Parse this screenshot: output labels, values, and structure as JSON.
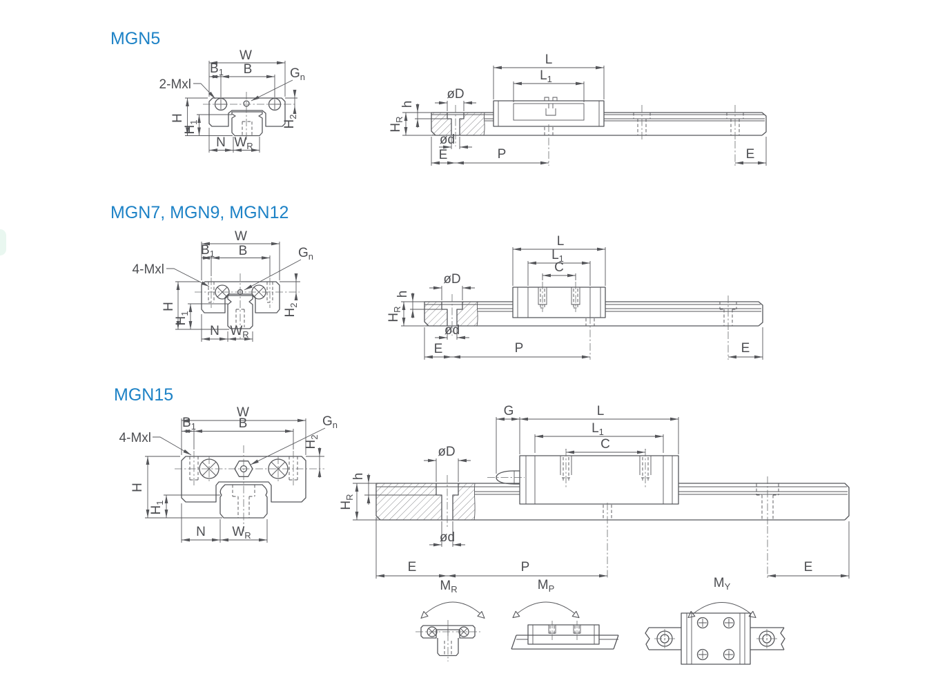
{
  "page": {
    "background": "#ffffff",
    "accent_color": "#1d82c6",
    "line_color": "#55565a",
    "label_color": "#4d4e52"
  },
  "sections": [
    {
      "title": "MGN5",
      "screw_label": "2-Mxl",
      "front": {
        "w": "W",
        "b1_m": "B",
        "b1_s": "1",
        "b": "B",
        "gn_m": "G",
        "gn_s": "n",
        "h": "H",
        "h1_m": "H",
        "h1_s": "1",
        "h2_m": "H",
        "h2_s": "2",
        "n": "N",
        "wr_m": "W",
        "wr_s": "R"
      },
      "side": {
        "l": "L",
        "l1_m": "L",
        "l1_s": "1",
        "dia_D": "øD",
        "dia_d": "ød",
        "h": "h",
        "hr_m": "H",
        "hr_s": "R",
        "e_left": "E",
        "p": "P",
        "e_right": "E"
      }
    },
    {
      "title": "MGN7, MGN9, MGN12",
      "screw_label": "4-Mxl",
      "front": {
        "w": "W",
        "b1_m": "B",
        "b1_s": "1",
        "b": "B",
        "gn_m": "G",
        "gn_s": "n",
        "h": "H",
        "h1_m": "H",
        "h1_s": "1",
        "h2_m": "H",
        "h2_s": "2",
        "n": "N",
        "wr_m": "W",
        "wr_s": "R"
      },
      "side": {
        "l": "L",
        "l1_m": "L",
        "l1_s": "1",
        "c": "C",
        "dia_D": "øD",
        "dia_d": "ød",
        "h": "h",
        "hr_m": "H",
        "hr_s": "R",
        "e_left": "E",
        "p": "P",
        "e_right": "E"
      }
    },
    {
      "title": "MGN15",
      "screw_label": "4-Mxl",
      "front": {
        "w": "W",
        "b1_m": "B",
        "b1_s": "1",
        "b": "B",
        "gn_m": "G",
        "gn_s": "n",
        "h": "H",
        "h1_m": "H",
        "h1_s": "1",
        "h2_m": "H",
        "h2_s": "2",
        "n": "N",
        "wr_m": "W",
        "wr_s": "R"
      },
      "side": {
        "g": "G",
        "l": "L",
        "l1_m": "L",
        "l1_s": "1",
        "c": "C",
        "dia_D": "øD",
        "dia_d": "ød",
        "h": "h",
        "hr_m": "H",
        "hr_s": "R",
        "e_left": "E",
        "p": "P",
        "e_right": "E"
      }
    }
  ],
  "moments": [
    {
      "m_m": "M",
      "m_s": "R"
    },
    {
      "m_m": "M",
      "m_s": "P"
    },
    {
      "m_m": "M",
      "m_s": "Y"
    }
  ]
}
